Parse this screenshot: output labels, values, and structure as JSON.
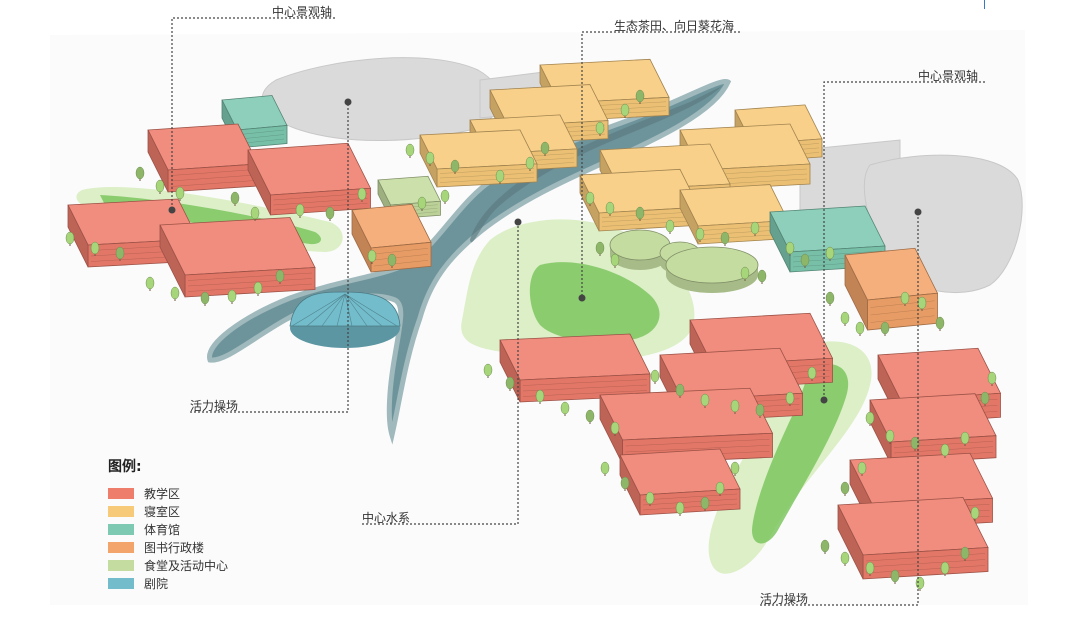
{
  "colors": {
    "teaching": "#ee7d6c",
    "dorm": "#f7ca7a",
    "sports": "#7ec9b1",
    "library": "#f3a46a",
    "dining": "#c5dca0",
    "theater": "#73bccb",
    "water": "#6e949b",
    "green_light": "#dcefc7",
    "green_dark": "#7cc65f",
    "plaza": "#dadada",
    "tree": "#a7d67a"
  },
  "callouts": {
    "central_axis_top": "中心景观轴",
    "tea_sunflower": "生态茶田、向日葵花海",
    "central_axis_right": "中心景观轴",
    "sports_field_left": "活力操场",
    "central_water": "中心水系",
    "sports_field_bottom": "活力操场"
  },
  "legend": {
    "title": "图例:",
    "items": [
      {
        "label": "教学区",
        "color": "#ee7d6c"
      },
      {
        "label": "寝室区",
        "color": "#f7ca7a"
      },
      {
        "label": "体育馆",
        "color": "#7ec9b1"
      },
      {
        "label": "图书行政楼",
        "color": "#f3a46a"
      },
      {
        "label": "食堂及活动中心",
        "color": "#c5dca0"
      },
      {
        "label": "剧院",
        "color": "#73bccb"
      }
    ]
  }
}
